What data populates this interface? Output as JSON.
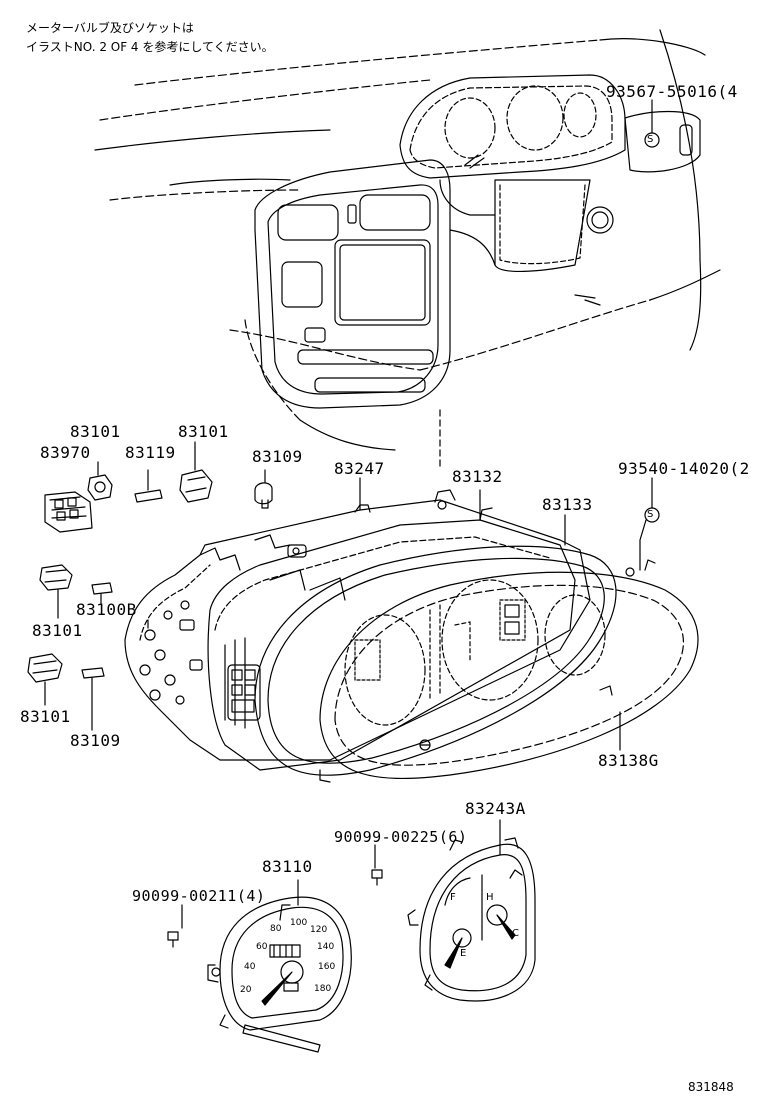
{
  "note": {
    "line1": "メーターバルブ及びソケットは",
    "line2": "イラストNO. 2 OF 4 を参考にしてください。"
  },
  "labels": {
    "p93567": "93567-55016(4",
    "p83101_a": "83101",
    "p83101_b": "83101",
    "p83970": "83970",
    "p83119": "83119",
    "p83109_a": "83109",
    "p83247": "83247",
    "p83132": "83132",
    "p93540": "93540-14020(2",
    "p83133": "83133",
    "p83100b": "83100B",
    "p83101_c": "83101",
    "p83101_d": "83101",
    "p83109_b": "83109",
    "p83138g": "83138G",
    "p83243a": "83243A",
    "p90099_225": "90099-00225(6)",
    "p83110": "83110",
    "p90099_211": "90099-00211(4)"
  },
  "symbols": {
    "s1": "S",
    "s2": "S"
  },
  "gauge": {
    "ticks": [
      "20",
      "40",
      "60",
      "80",
      "100",
      "120",
      "140",
      "160",
      "180"
    ],
    "fuel_f": "F",
    "fuel_e": "E",
    "temp_c": "C",
    "temp_h": "H"
  },
  "illustration_code": "831848",
  "colors": {
    "ink": "#000000",
    "paper": "#ffffff"
  }
}
